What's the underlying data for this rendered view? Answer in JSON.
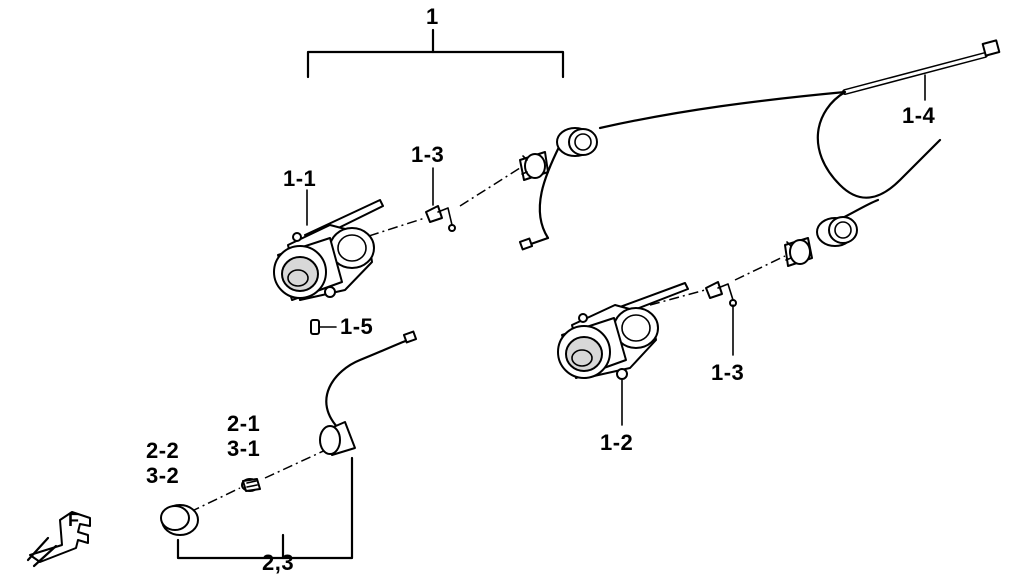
{
  "diagram": {
    "labels": {
      "assembly_1": "1",
      "part_1_1": "1-1",
      "part_1_2": "1-2",
      "part_1_3_left": "1-3",
      "part_1_3_right": "1-3",
      "part_1_4": "1-4",
      "part_1_5": "1-5",
      "part_2_1": "2-1",
      "part_3_1": "3-1",
      "part_2_2": "2-2",
      "part_3_2": "3-2",
      "assembly_2_3": "2,3"
    },
    "front_marker": "F",
    "colors": {
      "line": "#000000",
      "background": "#ffffff",
      "shade": "#d8d8d8"
    }
  }
}
